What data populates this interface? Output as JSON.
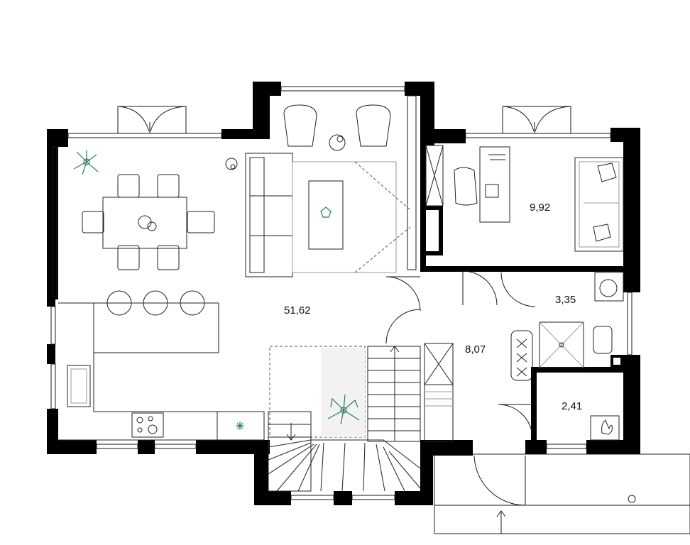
{
  "rooms": [
    {
      "id": "living",
      "area": "51,62"
    },
    {
      "id": "bedroom",
      "area": "9,92"
    },
    {
      "id": "bathroom",
      "area": "3,35"
    },
    {
      "id": "hall",
      "area": "8,07"
    },
    {
      "id": "boiler",
      "area": "2,41"
    }
  ],
  "colors": {
    "walls": "#000000",
    "plants": "#2e7a5a",
    "terrace": "#efefef"
  }
}
